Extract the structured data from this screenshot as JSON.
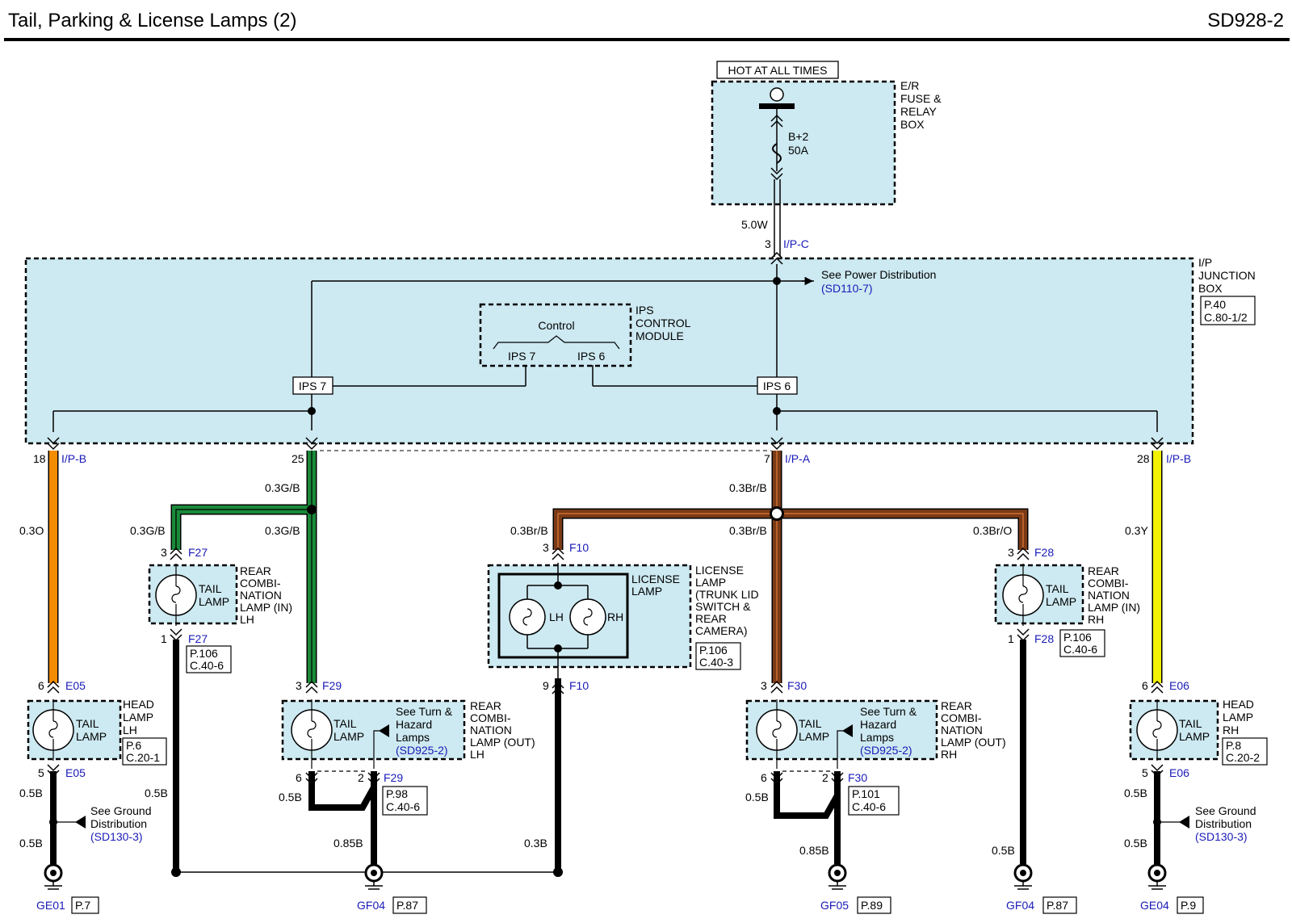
{
  "header": {
    "title": "Tail, Parking & License Lamps (2)",
    "code": "SD928-2"
  },
  "colors": {
    "box_fill": "#cde9f1",
    "orange": "#f28c00",
    "green": "#1a8a3a",
    "brown": "#7a3a16",
    "yellow": "#f2f200",
    "blue_ref": "#1a1ab8",
    "black": "#000000"
  },
  "hot_label": "HOT AT ALL TIMES",
  "er_box": {
    "lines": [
      "E/R",
      "FUSE &",
      "RELAY",
      "BOX"
    ]
  },
  "fuse": {
    "name": "B+2",
    "rating": "50A"
  },
  "feed": {
    "wire": "5.0W",
    "pin": "3",
    "conn": "I/P-C"
  },
  "jbox": {
    "lines": [
      "I/P",
      "JUNCTION",
      "BOX"
    ],
    "ref_page": "P.40",
    "ref_conn": "C.80-1/2",
    "see_power": "See Power Distribution",
    "see_power_ref": "(SD110-7)"
  },
  "ips_module": {
    "lines": [
      "IPS",
      "CONTROL",
      "MODULE"
    ],
    "control": "Control",
    "ips7": "IPS 7",
    "ips6": "IPS 6"
  },
  "ips_boxes": {
    "left": "IPS 7",
    "right": "IPS 6"
  },
  "outputs": {
    "a": {
      "pin": "18",
      "conn": "I/P-B"
    },
    "b": {
      "pin": "25"
    },
    "c": {
      "pin": "7",
      "conn": "I/P-A"
    },
    "d": {
      "pin": "28",
      "conn": "I/P-B"
    }
  },
  "wires": {
    "orange": "0.3O",
    "green_main": "0.3G/B",
    "green_branch": "0.3G/B",
    "green_down": "0.3G/B",
    "brown_main": "0.3Br/B",
    "brown_left": "0.3Br/B",
    "brown_down": "0.3Br/B",
    "brown_right": "0.3Br/O",
    "yellow": "0.3Y",
    "gnd_e05_1": "0.5B",
    "gnd_e05_2": "0.5B",
    "gnd_f27": "0.5B",
    "gnd_f29_6": "0.5B",
    "gnd_f29_2": "0.85B",
    "gnd_f10": "0.3B",
    "gnd_f30_6": "0.5B",
    "gnd_f30_2": "0.85B",
    "gnd_f28": "0.5B",
    "gnd_e06_1": "0.5B",
    "gnd_e06_2": "0.5B"
  },
  "connectors": {
    "e05_top": {
      "pin": "6",
      "name": "E05"
    },
    "e05_bot": {
      "pin": "5",
      "name": "E05"
    },
    "f27_top": {
      "pin": "3",
      "name": "F27"
    },
    "f27_bot": {
      "pin": "1",
      "name": "F27"
    },
    "f29_top": {
      "pin": "3",
      "name": "F29"
    },
    "f29_bot_l": {
      "pin": "6"
    },
    "f29_bot_r": {
      "pin": "2",
      "name": "F29"
    },
    "f10_top": {
      "pin": "3",
      "name": "F10"
    },
    "f10_bot": {
      "pin": "9",
      "name": "F10"
    },
    "f30_top": {
      "pin": "3",
      "name": "F30"
    },
    "f30_bot_l": {
      "pin": "6"
    },
    "f30_bot_r": {
      "pin": "2",
      "name": "F30"
    },
    "f28_top": {
      "pin": "3",
      "name": "F28"
    },
    "f28_bot": {
      "pin": "1",
      "name": "F28"
    },
    "e06_top": {
      "pin": "6",
      "name": "E06"
    },
    "e06_bot": {
      "pin": "5",
      "name": "E06"
    }
  },
  "components": {
    "head_lh": {
      "lamp": [
        "TAIL",
        "LAMP"
      ],
      "label": [
        "HEAD",
        "LAMP",
        "LH"
      ],
      "page": "P.6",
      "conn": "C.20-1"
    },
    "rc_in_lh": {
      "lamp": [
        "TAIL",
        "LAMP"
      ],
      "label": [
        "REAR",
        "COMBI-",
        "NATION",
        "LAMP (IN)",
        "LH"
      ],
      "page": "P.106",
      "conn": "C.40-6"
    },
    "rc_out_lh": {
      "lamp": [
        "TAIL",
        "LAMP"
      ],
      "label": [
        "REAR",
        "COMBI-",
        "NATION",
        "LAMP (OUT)",
        "LH"
      ],
      "see": [
        "See Turn &",
        "Hazard",
        "Lamps"
      ],
      "see_ref": "(SD925-2)",
      "page": "P.98",
      "conn": "C.40-6"
    },
    "license": {
      "inner": [
        "LICENSE",
        "LAMP"
      ],
      "lh": "LH",
      "rh": "RH",
      "label": [
        "LICENSE",
        "LAMP",
        "(TRUNK LID",
        "SWITCH &",
        "REAR",
        "CAMERA)"
      ],
      "page": "P.106",
      "conn": "C.40-3"
    },
    "rc_out_rh": {
      "lamp": [
        "TAIL",
        "LAMP"
      ],
      "label": [
        "REAR",
        "COMBI-",
        "NATION",
        "LAMP (OUT)",
        "RH"
      ],
      "see": [
        "See Turn &",
        "Hazard",
        "Lamps"
      ],
      "see_ref": "(SD925-2)",
      "page": "P.101",
      "conn": "C.40-6"
    },
    "rc_in_rh": {
      "lamp": [
        "TAIL",
        "LAMP"
      ],
      "label": [
        "REAR",
        "COMBI-",
        "NATION",
        "LAMP (IN)",
        "RH"
      ],
      "page": "P.106",
      "conn": "C.40-6"
    },
    "head_rh": {
      "lamp": [
        "TAIL",
        "LAMP"
      ],
      "label": [
        "HEAD",
        "LAMP",
        "RH"
      ],
      "page": "P.8",
      "conn": "C.20-2"
    }
  },
  "ground_dist": {
    "left": {
      "lines": [
        "See Ground",
        "Distribution"
      ],
      "ref": "(SD130-3)"
    },
    "right": {
      "lines": [
        "See Ground",
        "Distribution"
      ],
      "ref": "(SD130-3)"
    }
  },
  "grounds": {
    "ge01": {
      "name": "GE01",
      "page": "P.7"
    },
    "gf04a": {
      "name": "GF04",
      "page": "P.87"
    },
    "gf05": {
      "name": "GF05",
      "page": "P.89"
    },
    "gf04b": {
      "name": "GF04",
      "page": "P.87"
    },
    "ge04": {
      "name": "GE04",
      "page": "P.9"
    }
  }
}
